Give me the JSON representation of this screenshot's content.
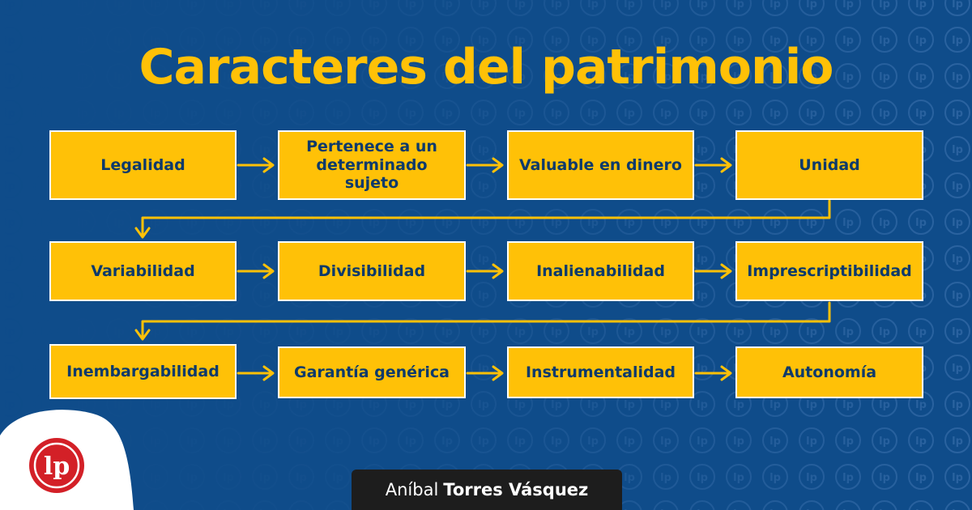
{
  "title": "Caracteres del patrimonio",
  "boxes": [
    "Legalidad",
    "Pertenece a un determinado sujeto",
    "Valuable en dinero",
    "Unidad",
    "Variabilidad",
    "Divisibilidad",
    "Inalienabilidad",
    "Imprescriptibilidad",
    "Inembargabilidad",
    "Garantía genérica",
    "Instrumentalidad",
    "Autonomía"
  ],
  "logo": {
    "text": "lp",
    "icon": "lp-logo-icon"
  },
  "author": {
    "first_name": "Aníbal",
    "last_name": "Torres Vásquez"
  },
  "colors": {
    "background": "#0f4c8a",
    "accent": "#ffc107",
    "box_text": "#0d3a6b",
    "logo_red": "#d32027",
    "author_bg": "#1d1d1d"
  }
}
